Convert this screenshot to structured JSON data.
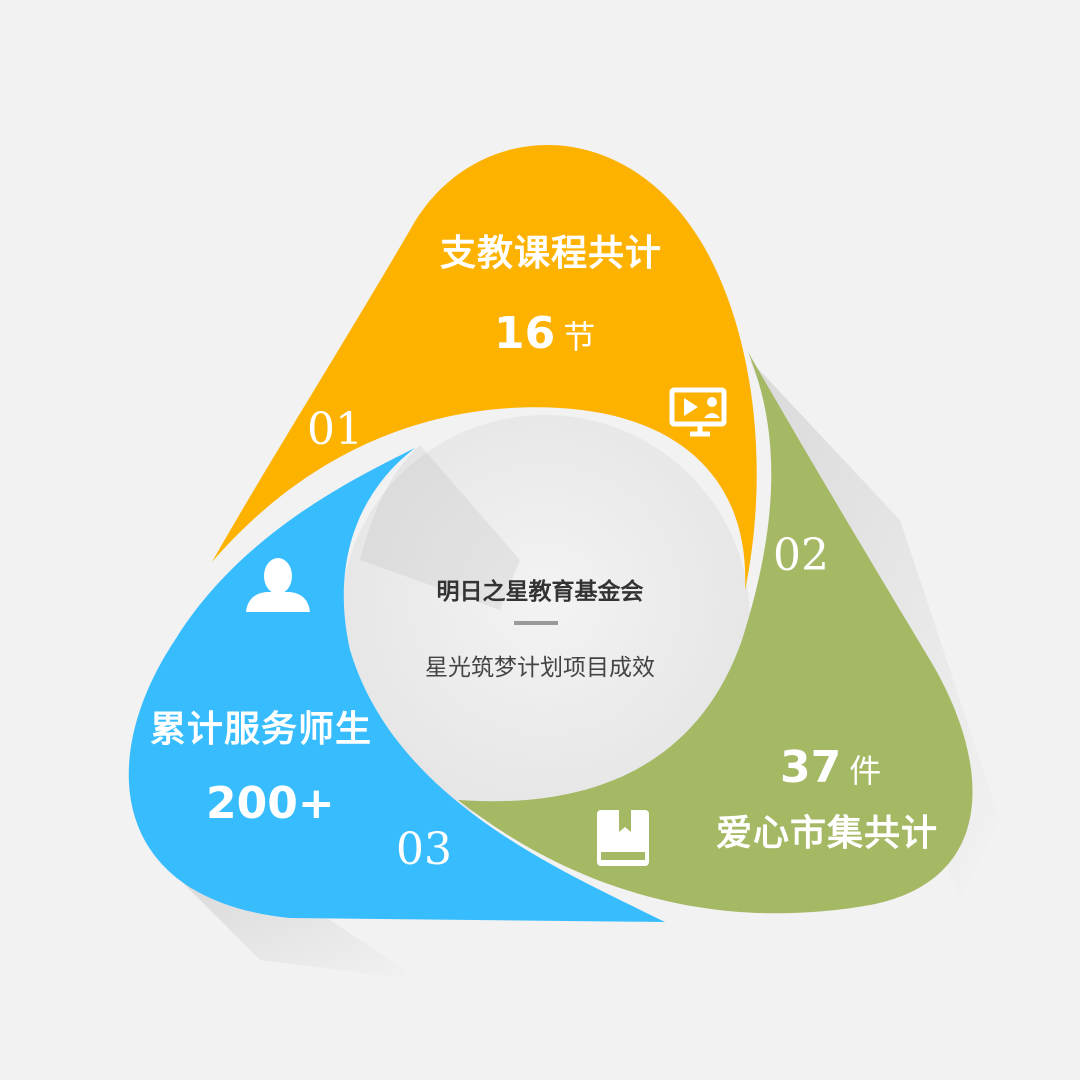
{
  "center": {
    "title": "明日之星教育基金会",
    "subtitle": "星光筑梦计划项目成效"
  },
  "segments": [
    {
      "index": "01",
      "title": "支教课程共计",
      "value": "16",
      "unit": "节",
      "color": "#fdb200",
      "icon": "video-lesson-icon"
    },
    {
      "index": "02",
      "title": "爱心市集共计",
      "value": "37",
      "unit": "件",
      "color": "#a5b864",
      "icon": "book-icon"
    },
    {
      "index": "03",
      "title": "累计服务师生",
      "value": "200+",
      "unit": "",
      "color": "#37bdfe",
      "icon": "user-icon"
    }
  ],
  "colors": {
    "background": "#f2f2f2",
    "center_circle": "#eeeeee",
    "divider": "#9a9a9a"
  }
}
